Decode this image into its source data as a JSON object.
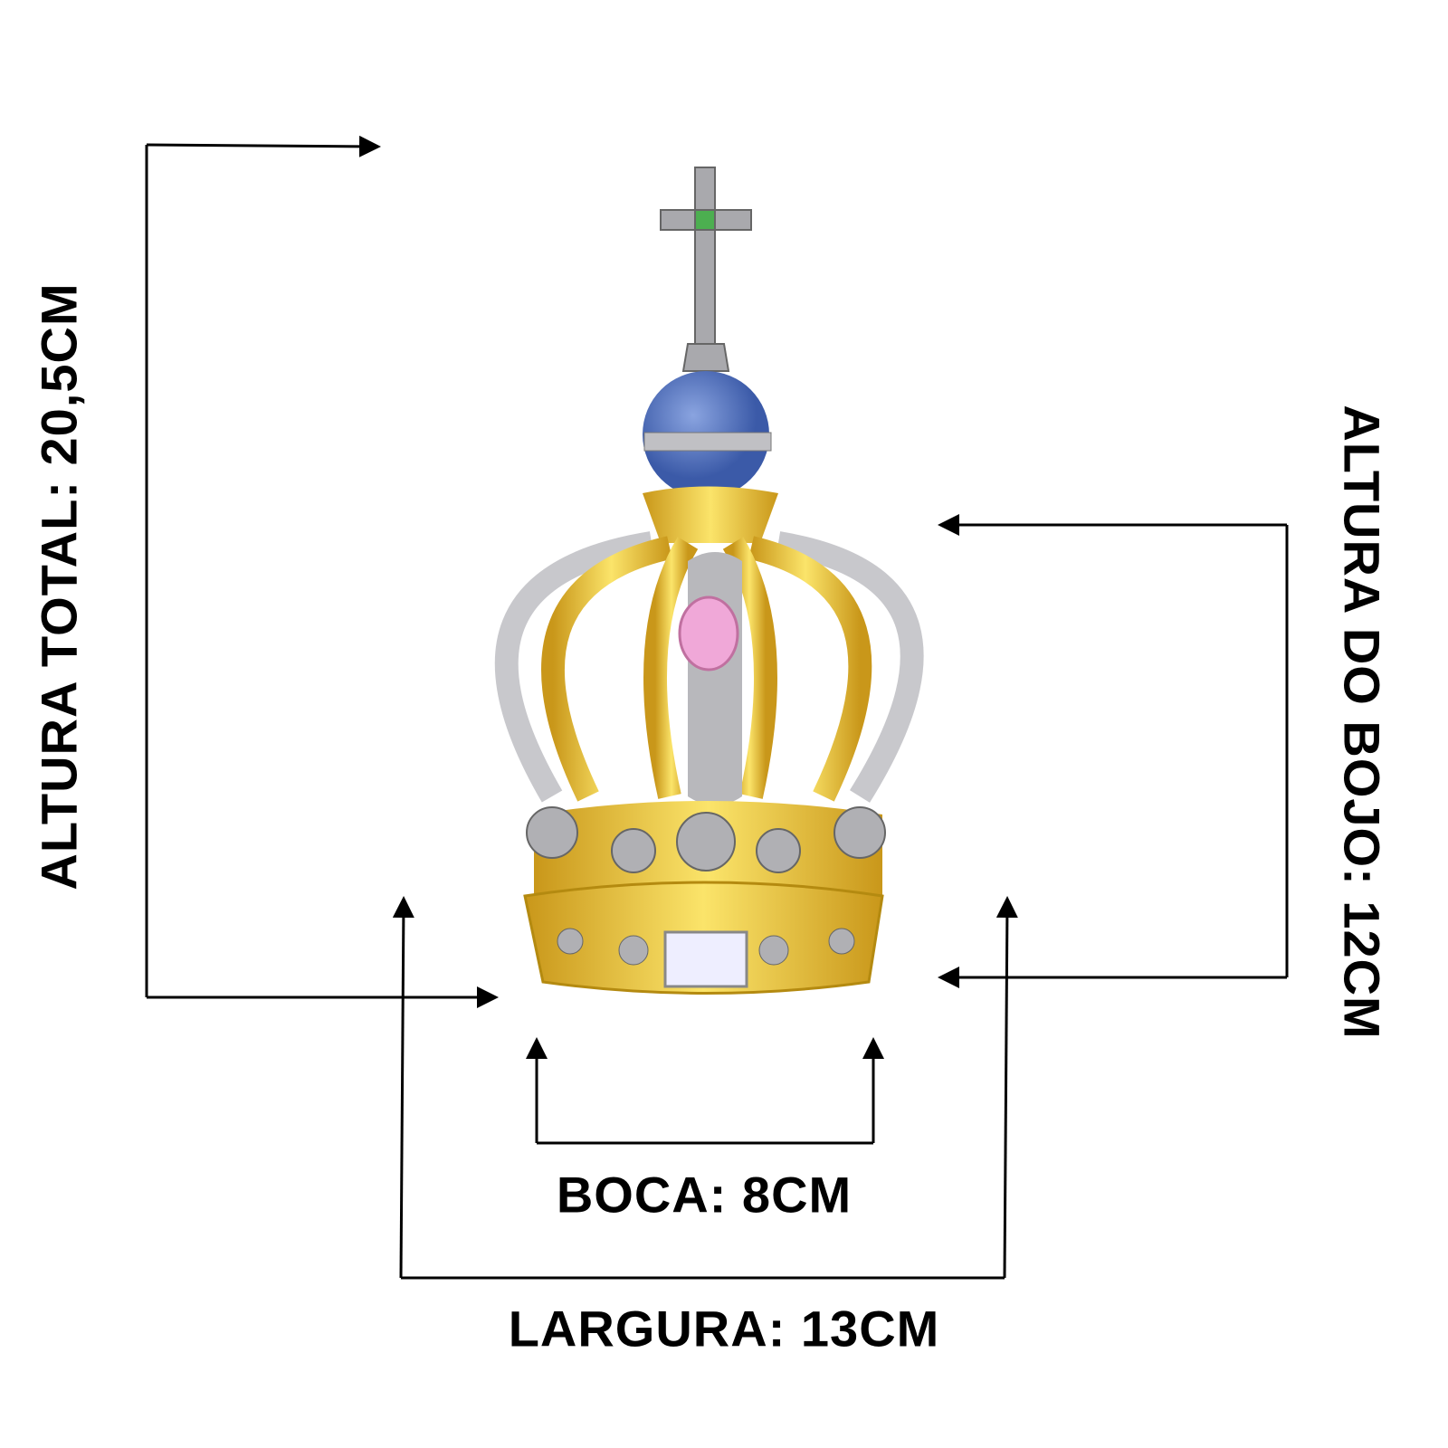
{
  "labels": {
    "altura_total": "ALTURA TOTAL: 20,5CM",
    "altura_bojo": "ALTURA DO BOJO: 12CM",
    "boca": "BOCA: 8CM",
    "largura": "LARGURA: 13CM"
  },
  "colors": {
    "gold": "#e8c22a",
    "silver": "#b8b8bc",
    "orb_blue": "#5b7cc4",
    "pink_gem": "#f0a8d8",
    "green_gem": "#4caf50",
    "line": "#000000"
  }
}
